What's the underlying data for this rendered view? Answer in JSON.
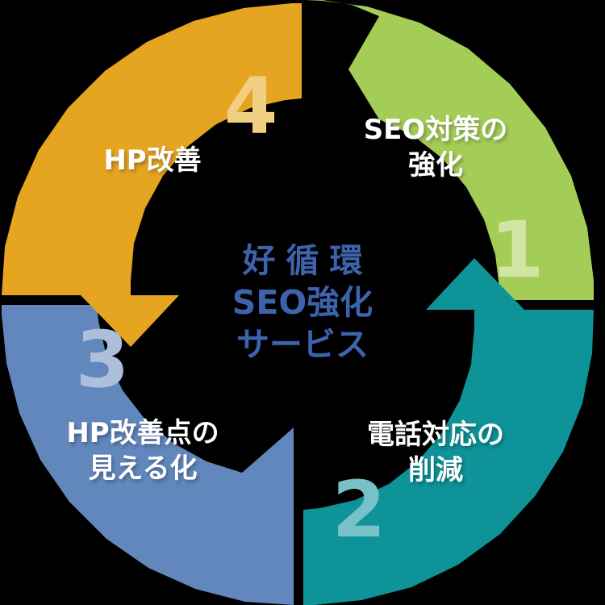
{
  "background_color": "#000000",
  "center": {
    "name": "center-hub",
    "lines": [
      "好循環",
      "SEO強化",
      "サービス"
    ],
    "text_color": "#3d63ad",
    "background_color": "#000000"
  },
  "segments": [
    {
      "number": "1",
      "label": "SEO対策の\n強化",
      "color": "#a4cd58",
      "number_color": "#d3e5a5",
      "label_color": "#ffffff",
      "position": "right-top"
    },
    {
      "number": "2",
      "label": "電話対応の\n削減",
      "color": "#0e9399",
      "number_color": "#77c2c6",
      "label_color": "#ffffff",
      "position": "right-bottom"
    },
    {
      "number": "3",
      "label": "HP改善点の\n見える化",
      "color": "#6287bd",
      "number_color": "#aebfd9",
      "label_color": "#ffffff",
      "position": "left-bottom"
    },
    {
      "number": "4",
      "label": "HP改善",
      "color": "#e5a521",
      "number_color": "#f0cf82",
      "label_color": "#ffffff",
      "position": "left-top"
    }
  ],
  "chart_data": {
    "type": "pie",
    "title": "好循環 SEO強化 サービス",
    "categories": [
      "SEO対策の強化",
      "電話対応の削減",
      "HP改善点の見える化",
      "HP改善"
    ],
    "values": [
      25,
      25,
      25,
      25
    ],
    "labels": [
      "1",
      "2",
      "3",
      "4"
    ],
    "colors": [
      "#a4cd58",
      "#0e9399",
      "#6287bd",
      "#e5a521"
    ],
    "xlabel": "",
    "ylabel": "",
    "legend": "none",
    "grid": false
  }
}
